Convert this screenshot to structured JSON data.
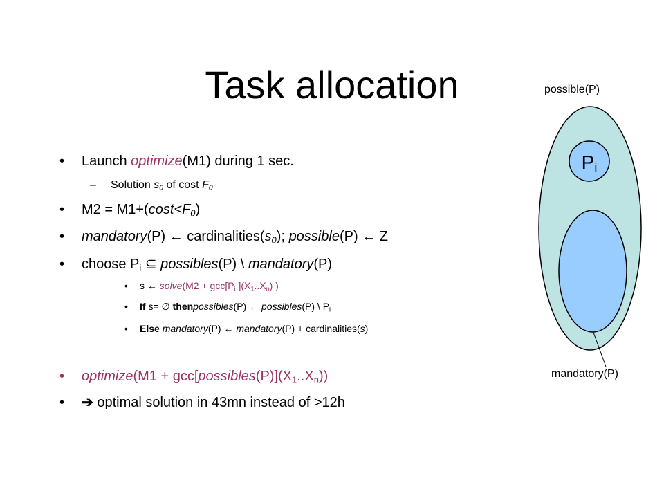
{
  "slide": {
    "title": "Task allocation",
    "bullet_glyph": "•",
    "dash_glyph": "–",
    "lines": {
      "b1": {
        "pre": "Launch ",
        "fn": "optimize",
        "post": "(M1) during 1 sec."
      },
      "b1s": {
        "pre": "Solution ",
        "s": "s",
        "s_sub": "0",
        "mid": " of cost ",
        "f": "F",
        "f_sub": "0"
      },
      "b2": {
        "pre": "M2 = M1+(",
        "cost": "cost<F",
        "cost_sub": "0",
        "post": ")"
      },
      "b3": {
        "mandatory": "mandatory",
        "p1": "(P) ",
        "arrow1": "←",
        "mid1": " cardinalities(",
        "s": "s",
        "s_sub": "0",
        "mid2": "); ",
        "possible": "possible",
        "p2": "(P) ",
        "arrow2": "←",
        "end": " Z"
      },
      "b4": {
        "pre": "choose P",
        "pi_sub": "i",
        "subset": " ⊆ ",
        "possibles": "possibles",
        "mid": "(P) \\ ",
        "mandatory": "mandatory",
        "post": "(P)"
      },
      "s1": {
        "pre": "s ",
        "arrow": "←",
        "sp": " ",
        "solve": "solve",
        "mid": "(M2 + gcc[P",
        "pi_sub": "i",
        "mid2": " ](X",
        "x1_sub": "1",
        "dots": "..X",
        "xn_sub": "n",
        "post": ") )"
      },
      "s2": {
        "if": "If",
        "cond": "  s= ∅ ",
        "then": "then",
        "possibles1": "possibles",
        "mid": "(P) ",
        "arrow": "←",
        "sp": " ",
        "possibles2": "possibles",
        "post": "(P) \\ P",
        "pi_sub": "i"
      },
      "s3": {
        "else": "Else",
        "sp": " ",
        "mandatory1": "mandatory",
        "mid": "(P) ",
        "arrow": "←",
        "sp2": " ",
        "mandatory2": "mandatory",
        "mid2": "(P) + cardinalities(",
        "s": "s",
        "post": ")"
      },
      "b5": {
        "fn": "optimize",
        "mid": "(M1 + gcc[",
        "possibles": "possibles",
        "mid2": "(P)](X",
        "x1_sub": "1",
        "dots": "..X",
        "xn_sub": "n",
        "post": "))"
      },
      "b6": {
        "arrow": "➔",
        "text": " optimal solution in 43mn instead of >12h"
      }
    }
  },
  "diagram": {
    "possible_label": "possible(P)",
    "mandatory_label": "mandatory(P)",
    "pi_label": "P",
    "pi_sub": "i",
    "colors": {
      "outer_fill": "#bde3e3",
      "inner_fill": "#99ccff",
      "pi_fill": "#99ccff",
      "stroke": "#000000",
      "highlight": "#993366"
    }
  }
}
